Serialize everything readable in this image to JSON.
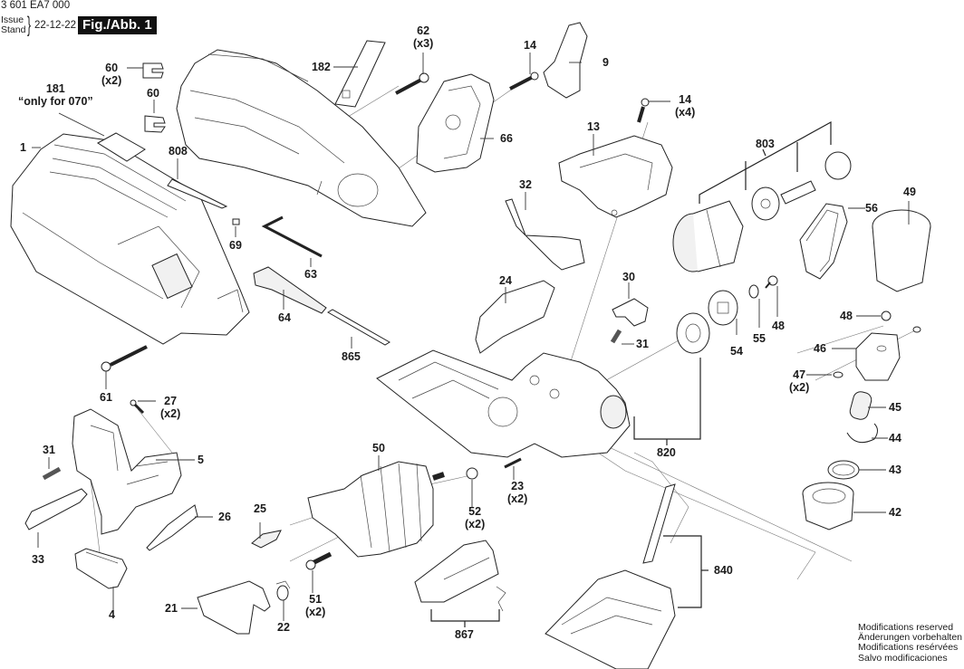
{
  "header": {
    "doc_number": "3 601 EA7 000",
    "issue_label_en": "Issue",
    "issue_label_de": "Stand",
    "issue_date": "22-12-22",
    "figure_label": "Fig./Abb. 1"
  },
  "footer": {
    "lines": [
      "Modifications reserved",
      "Änderungen vorbehalten",
      "Modifications resérvées",
      "Salvo modificaciones"
    ]
  },
  "callouts": [
    {
      "part": "1",
      "qty": ""
    },
    {
      "part": "181",
      "qty": "“only for 070”"
    },
    {
      "part": "60",
      "qty": "(x2)"
    },
    {
      "part": "60",
      "qty": ""
    },
    {
      "part": "182",
      "qty": ""
    },
    {
      "part": "62",
      "qty": "(x3)"
    },
    {
      "part": "14",
      "qty": ""
    },
    {
      "part": "9",
      "qty": ""
    },
    {
      "part": "66",
      "qty": ""
    },
    {
      "part": "808",
      "qty": ""
    },
    {
      "part": "69",
      "qty": ""
    },
    {
      "part": "63",
      "qty": ""
    },
    {
      "part": "64",
      "qty": ""
    },
    {
      "part": "865",
      "qty": ""
    },
    {
      "part": "61",
      "qty": ""
    },
    {
      "part": "27",
      "qty": "(x2)"
    },
    {
      "part": "31",
      "qty": ""
    },
    {
      "part": "5",
      "qty": ""
    },
    {
      "part": "33",
      "qty": ""
    },
    {
      "part": "26",
      "qty": ""
    },
    {
      "part": "4",
      "qty": ""
    },
    {
      "part": "25",
      "qty": ""
    },
    {
      "part": "21",
      "qty": ""
    },
    {
      "part": "22",
      "qty": ""
    },
    {
      "part": "50",
      "qty": ""
    },
    {
      "part": "51",
      "qty": "(x2)"
    },
    {
      "part": "52",
      "qty": "(x2)"
    },
    {
      "part": "23",
      "qty": "(x2)"
    },
    {
      "part": "867",
      "qty": ""
    },
    {
      "part": "32",
      "qty": ""
    },
    {
      "part": "24",
      "qty": ""
    },
    {
      "part": "30",
      "qty": ""
    },
    {
      "part": "31",
      "qty": ""
    },
    {
      "part": "13",
      "qty": ""
    },
    {
      "part": "14",
      "qty": "(x4)"
    },
    {
      "part": "803",
      "qty": ""
    },
    {
      "part": "56",
      "qty": ""
    },
    {
      "part": "49",
      "qty": ""
    },
    {
      "part": "54",
      "qty": ""
    },
    {
      "part": "55",
      "qty": ""
    },
    {
      "part": "48",
      "qty": ""
    },
    {
      "part": "48",
      "qty": ""
    },
    {
      "part": "46",
      "qty": ""
    },
    {
      "part": "47",
      "qty": "(x2)"
    },
    {
      "part": "45",
      "qty": ""
    },
    {
      "part": "44",
      "qty": ""
    },
    {
      "part": "43",
      "qty": ""
    },
    {
      "part": "42",
      "qty": ""
    },
    {
      "part": "820",
      "qty": ""
    },
    {
      "part": "840",
      "qty": ""
    }
  ]
}
